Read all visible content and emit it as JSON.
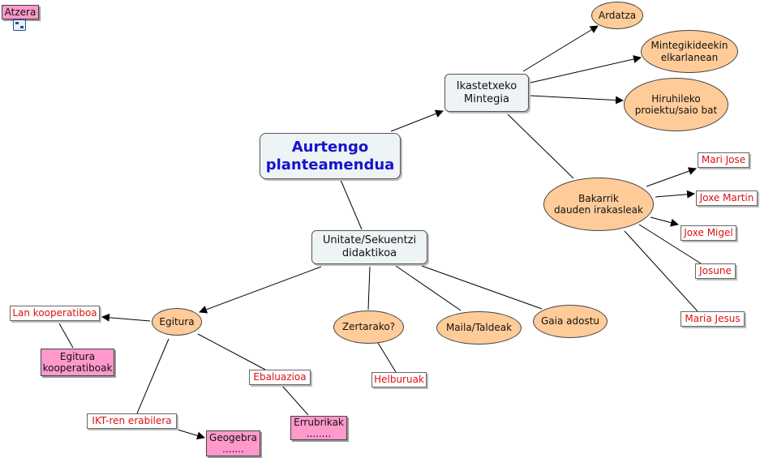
{
  "back_button": "Atzera",
  "icons": {
    "map_link": "concept-map-link-icon"
  },
  "nodes": {
    "main": "Aurtengo\nplanteamendua",
    "ikastetxeko": "Ikastetxeko\nMintegia",
    "unitate": "Unitate/Sekuentzi\ndidaktikoa",
    "ardatza": "Ardatza",
    "mintegikideekin": "Mintegikideekin\nelkarlanean",
    "hiruhileko": "Hiruhileko\nproiektu/saio bat",
    "bakarrik": "Bakarrik\ndauden irakasleak",
    "mari_jose": "Mari Jose",
    "joxe_martin": "Joxe Martin",
    "joxe_migel": "Joxe Migel",
    "josune": "Josune",
    "maria_jesus": "Maria Jesus",
    "egitura": "Egitura",
    "zertarako": "Zertarako?",
    "maila": "Maila/Taldeak",
    "gaia": "Gaia adostu",
    "lan_kooperatiboa": "Lan kooperatiboa",
    "egitura_kooperatiboak": "Egitura\nkooperatiboak",
    "ebaluazioa": "Ebaluazioa",
    "errubrikak": "Errubrikak\n........",
    "helburuak": "Helburuak",
    "ikt": "IKT-ren erabilera",
    "geogebra": "Geogebra\n......."
  },
  "colors": {
    "main_text": "#1414cc",
    "oval_fill": "#ffcc99",
    "resource_fill": "#ff99cc",
    "link_text": "#dd1111",
    "concept_fill": "#eef3f6"
  }
}
